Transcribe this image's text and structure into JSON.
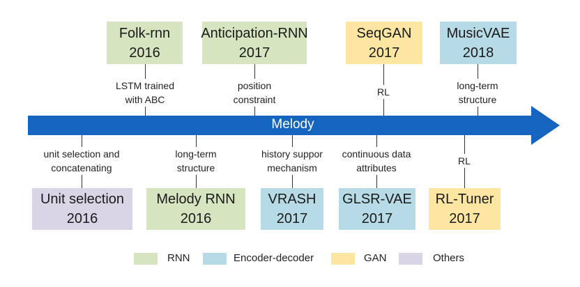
{
  "arrow": {
    "label": "Melody",
    "color": "#1565c0"
  },
  "models_top": [
    {
      "name": "Folk-rnn",
      "year": "2016",
      "category": "RNN",
      "note": [
        "LSTM trained",
        "with ABC"
      ]
    },
    {
      "name": "Anticipation-RNN",
      "year": "2017",
      "category": "RNN",
      "note": [
        "position",
        "constraint"
      ]
    },
    {
      "name": "SeqGAN",
      "year": "2017",
      "category": "GAN",
      "note": [
        "RL"
      ]
    },
    {
      "name": "MusicVAE",
      "year": "2018",
      "category": "Encoder-decoder",
      "note": [
        "long-term",
        "structure"
      ]
    }
  ],
  "models_bottom": [
    {
      "name": "Unit selection",
      "year": "2016",
      "category": "Others",
      "note": [
        "unit selection and",
        "concatenating"
      ]
    },
    {
      "name": "Melody RNN",
      "year": "2016",
      "category": "RNN",
      "note": [
        "long-term",
        "structure"
      ]
    },
    {
      "name": "VRASH",
      "year": "2017",
      "category": "Encoder-decoder",
      "note": [
        "history suppor",
        "mechanism"
      ]
    },
    {
      "name": "GLSR-VAE",
      "year": "2017",
      "category": "Encoder-decoder",
      "note": [
        "continuous data",
        "attributes"
      ]
    },
    {
      "name": "RL-Tuner",
      "year": "2017",
      "category": "GAN",
      "note": [
        "RL"
      ]
    }
  ],
  "legend": [
    {
      "label": "RNN",
      "color": "#d6e4bf"
    },
    {
      "label": "Encoder-decoder",
      "color": "#b7dbe6"
    },
    {
      "label": "GAN",
      "color": "#fde5a2"
    },
    {
      "label": "Others",
      "color": "#dad5e6"
    }
  ]
}
